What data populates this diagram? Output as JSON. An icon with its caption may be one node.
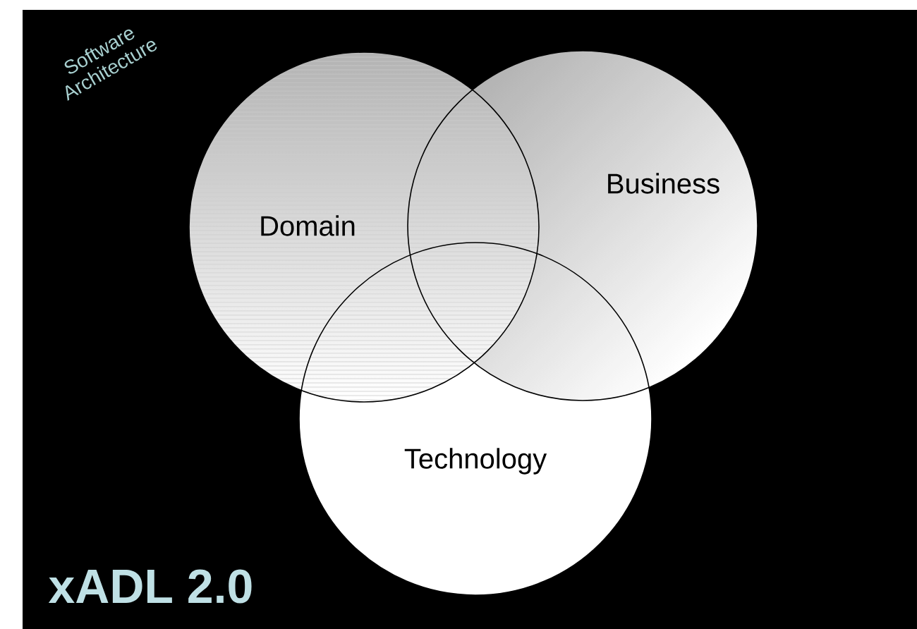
{
  "diagram": {
    "title": "xADL 2.0",
    "nodes": [
      {
        "text": [
          "Domain"
        ]
      },
      {
        "text": [
          "Business"
        ]
      },
      {
        "text": [
          "Technology"
        ]
      }
    ],
    "labels": [
      "Software Architecture"
    ]
  }
}
